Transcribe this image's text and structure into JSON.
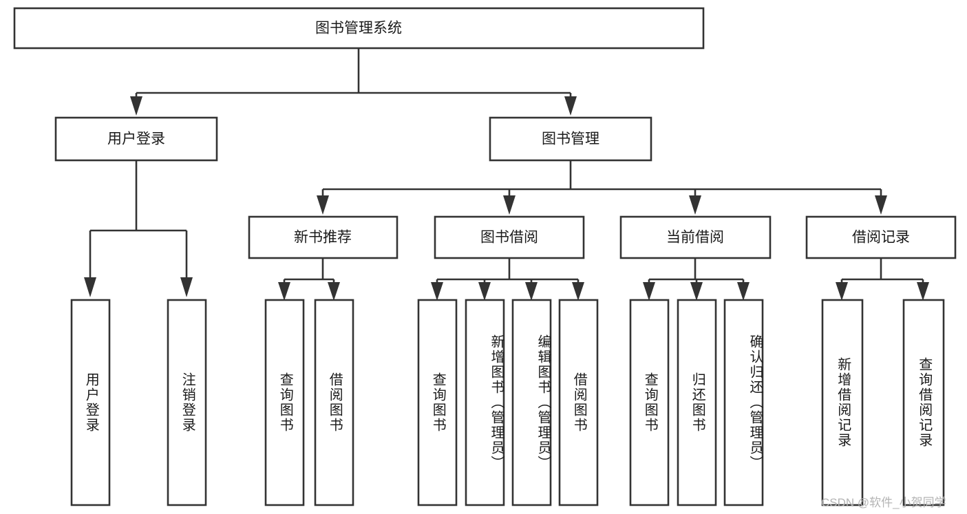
{
  "diagram": {
    "type": "tree-hierarchy",
    "title": "图书管理系统",
    "levels": [
      {
        "level": 1,
        "nodes": [
          {
            "id": "root",
            "label": "图书管理系统",
            "orientation": "horizontal"
          }
        ]
      },
      {
        "level": 2,
        "nodes": [
          {
            "id": "user-login",
            "label": "用户登录",
            "orientation": "horizontal",
            "parent": "root"
          },
          {
            "id": "book-manage",
            "label": "图书管理",
            "orientation": "horizontal",
            "parent": "root"
          }
        ]
      },
      {
        "level": 3,
        "nodes": [
          {
            "id": "new-book-rec",
            "label": "新书推荐",
            "orientation": "horizontal",
            "parent": "book-manage"
          },
          {
            "id": "book-borrow",
            "label": "图书借阅",
            "orientation": "horizontal",
            "parent": "book-manage"
          },
          {
            "id": "current-borrow",
            "label": "当前借阅",
            "orientation": "horizontal",
            "parent": "book-manage"
          },
          {
            "id": "borrow-record",
            "label": "借阅记录",
            "orientation": "horizontal",
            "parent": "book-manage"
          }
        ]
      },
      {
        "level": 4,
        "nodes": [
          {
            "id": "leaf-1",
            "label": "用户登录",
            "orientation": "vertical",
            "parent": "user-login"
          },
          {
            "id": "leaf-2",
            "label": "注销登录",
            "orientation": "vertical",
            "parent": "user-login"
          },
          {
            "id": "leaf-3",
            "label": "查询图书",
            "orientation": "vertical",
            "parent": "new-book-rec"
          },
          {
            "id": "leaf-4",
            "label": "借阅图书",
            "orientation": "vertical",
            "parent": "new-book-rec"
          },
          {
            "id": "leaf-5",
            "label": "查询图书",
            "orientation": "vertical",
            "parent": "book-borrow"
          },
          {
            "id": "leaf-6",
            "label": "新增图书（管理员）",
            "orientation": "vertical",
            "parent": "book-borrow"
          },
          {
            "id": "leaf-7",
            "label": "编辑图书（管理员）",
            "orientation": "vertical",
            "parent": "book-borrow"
          },
          {
            "id": "leaf-8",
            "label": "借阅图书",
            "orientation": "vertical",
            "parent": "book-borrow"
          },
          {
            "id": "leaf-9",
            "label": "查询图书",
            "orientation": "vertical",
            "parent": "current-borrow"
          },
          {
            "id": "leaf-10",
            "label": "归还图书",
            "orientation": "vertical",
            "parent": "current-borrow"
          },
          {
            "id": "leaf-11",
            "label": "确认归还（管理员）",
            "orientation": "vertical",
            "parent": "current-borrow"
          },
          {
            "id": "leaf-12",
            "label": "新增借阅记录",
            "orientation": "vertical",
            "parent": "borrow-record"
          },
          {
            "id": "leaf-13",
            "label": "查询借阅记录",
            "orientation": "vertical",
            "parent": "borrow-record"
          }
        ]
      }
    ],
    "colors": {
      "box_stroke": "#333333",
      "box_fill": "#ffffff",
      "text": "#1a1a1a",
      "background": "#ffffff",
      "watermark": "#b4b4b4"
    }
  },
  "watermark": {
    "text": "CSDN @软件_小贺同学"
  }
}
